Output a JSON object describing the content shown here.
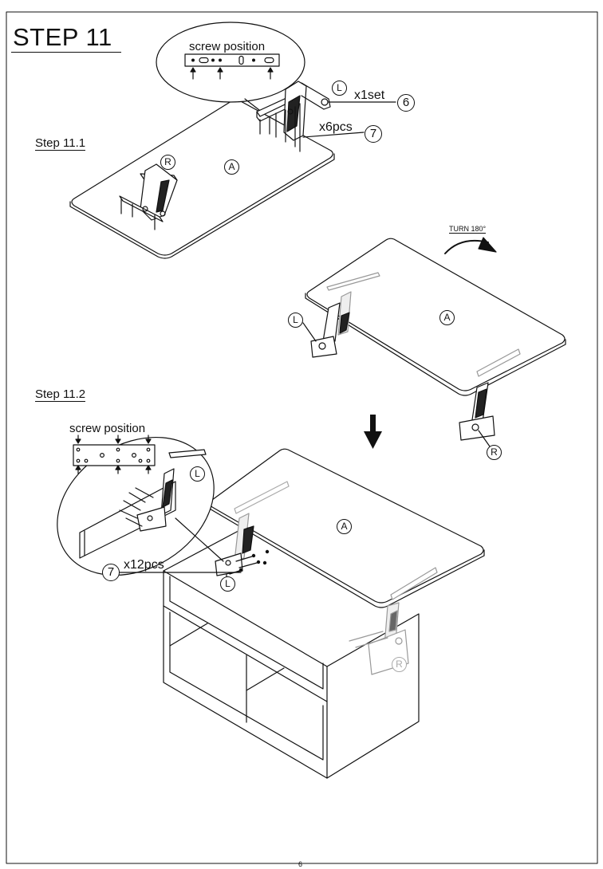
{
  "step": {
    "title": "STEP 11"
  },
  "step_11_1": {
    "label": "Step 11.1",
    "screw_position_label": "screw position",
    "panel_label": "A",
    "left_label": "L",
    "right_label": "R",
    "part_mechanism": {
      "qty": "x1set",
      "number": "6"
    },
    "part_screw": {
      "qty": "x6pcs",
      "number": "7"
    }
  },
  "turn": {
    "label": "TURN 180°",
    "panel_label": "A",
    "left_label": "L",
    "right_label": "R"
  },
  "step_11_2": {
    "label": "Step 11.2",
    "screw_position_label": "screw position",
    "panel_label": "A",
    "left_label": "L",
    "left_label_inset": "L",
    "right_label": "R",
    "part_screw": {
      "qty": "x12pcs",
      "number": "7"
    }
  },
  "footer": {
    "page_number": "6"
  }
}
